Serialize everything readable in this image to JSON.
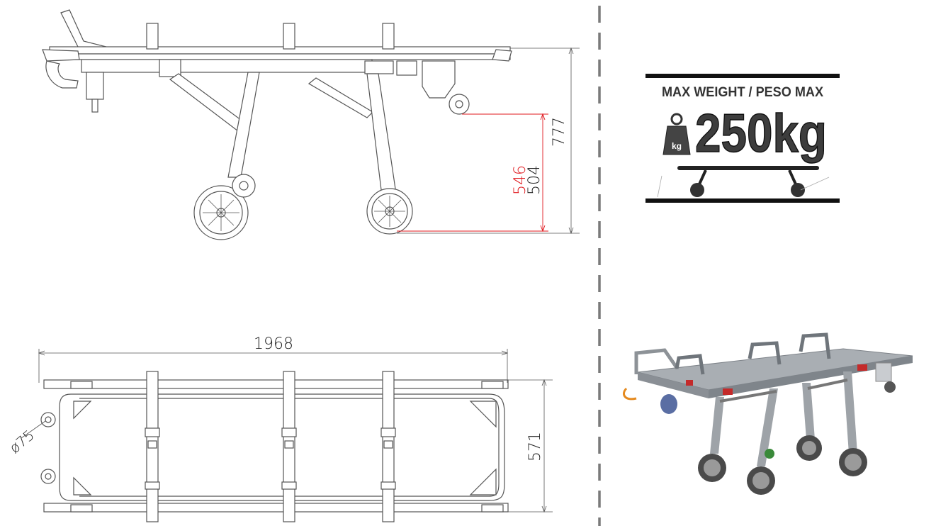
{
  "dimensions": {
    "total_height": "777",
    "lowered_height_red": "546",
    "lowered_height_black": "504",
    "overall_length": "1968",
    "overall_width": "571",
    "wheel_diameter": "ø75"
  },
  "weight_label": {
    "heading": "MAX WEIGHT / PESO MAX",
    "value": "250kg",
    "weight_icon_text": "kg"
  },
  "colors": {
    "red_dimension": "#e0191e",
    "line": "#555555",
    "divider": "#7a7a7a",
    "stretcher_metal": "#9ea3a8",
    "stretcher_top": "#a9aeb3",
    "tire": "#4a4a4a",
    "accent_red": "#c42a2a"
  }
}
